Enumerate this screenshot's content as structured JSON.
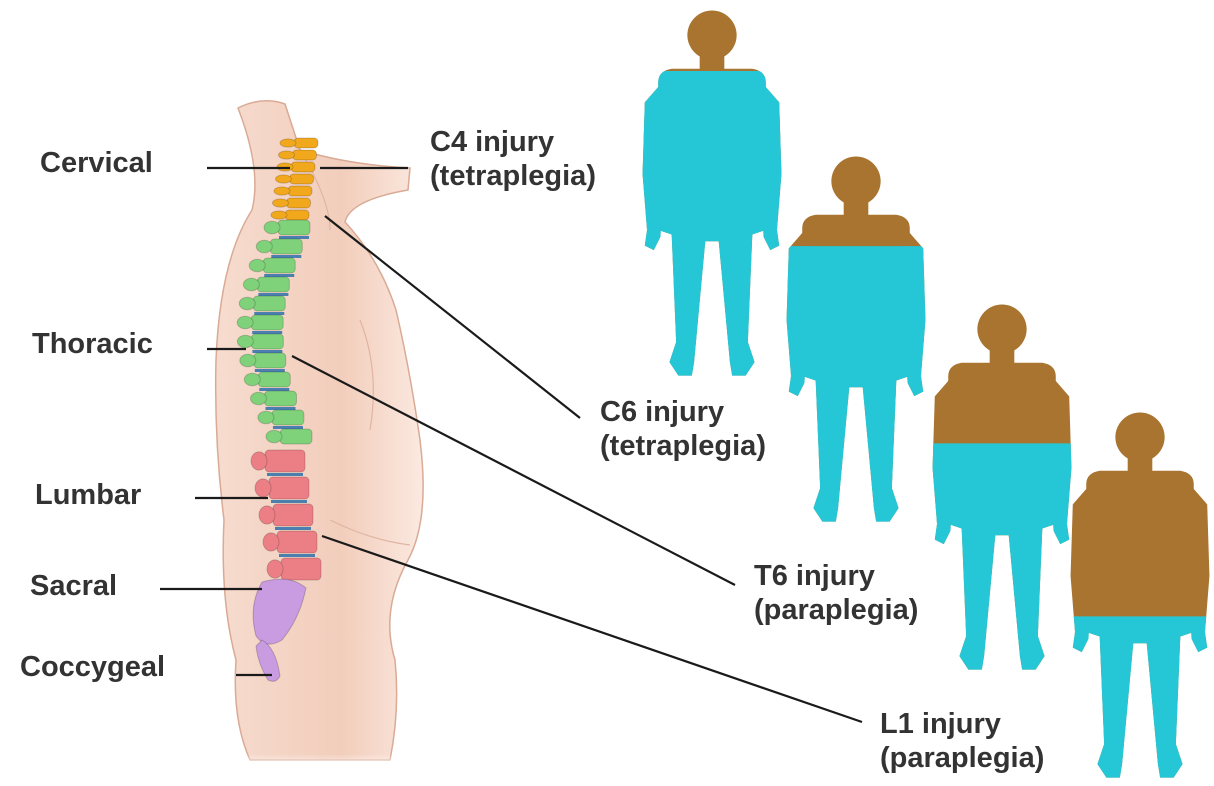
{
  "regions": [
    {
      "id": "cervical",
      "label": "Cervical",
      "color": "#f2a81d"
    },
    {
      "id": "thoracic",
      "label": "Thoracic",
      "color": "#7fd17a"
    },
    {
      "id": "lumbar",
      "label": "Lumbar",
      "color": "#ec7f86"
    },
    {
      "id": "sacral",
      "label": "Sacral",
      "color": "#c99be0"
    },
    {
      "id": "coccygeal",
      "label": "Coccygeal",
      "color": "#c99be0"
    }
  ],
  "injuries": [
    {
      "id": "c4",
      "level": "C4 injury",
      "type": "(tetraplegia)",
      "paralyzed_from": "neck"
    },
    {
      "id": "c6",
      "level": "C6 injury",
      "type": "(tetraplegia)",
      "paralyzed_from": "upper chest"
    },
    {
      "id": "t6",
      "level": "T6 injury",
      "type": "(paraplegia)",
      "paralyzed_from": "mid chest"
    },
    {
      "id": "l1",
      "level": "L1 injury",
      "type": "(paraplegia)",
      "paralyzed_from": "hips"
    }
  ],
  "colors": {
    "unaffected": "#a8742f",
    "paralyzed": "#25c6d6",
    "skin": "#f3d2c3",
    "leader_line": "#1a1a1a",
    "disc": "#4a7fb0"
  }
}
